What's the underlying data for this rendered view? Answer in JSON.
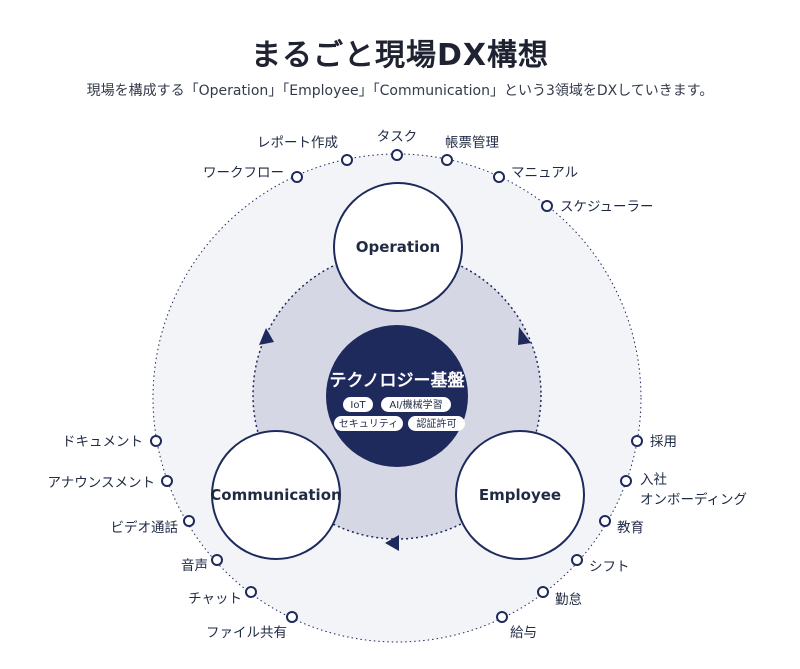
{
  "header": {
    "title": "まるごと現場DX構想",
    "subtitle": "現場を構成する「Operation」「Employee」「Communication」という3領域をDXしていきます。"
  },
  "core": {
    "title": "テクノロジー基盤",
    "tags": [
      "IoT",
      "AI/機械学習",
      "セキュリティ",
      "認証許可"
    ]
  },
  "nodes": {
    "operation": "Operation",
    "employee": "Employee",
    "communication": "Communication"
  },
  "operation_items": [
    "ワークフロー",
    "レポート作成",
    "タスク",
    "帳票管理",
    "マニュアル",
    "スケジューラー"
  ],
  "employee_items": [
    "採用",
    "入社",
    "オンボーディング",
    "教育",
    "シフト",
    "勤怠",
    "給与"
  ],
  "communication_items": [
    "ドキュメント",
    "アナウンスメント",
    "ビデオ通話",
    "音声",
    "チャット",
    "ファイル共有"
  ],
  "colors": {
    "navy": "#1f2a5c",
    "outer_fill": "#f3f4f8",
    "inner_fill": "#d5d8e4",
    "text": "#1f2a44"
  }
}
